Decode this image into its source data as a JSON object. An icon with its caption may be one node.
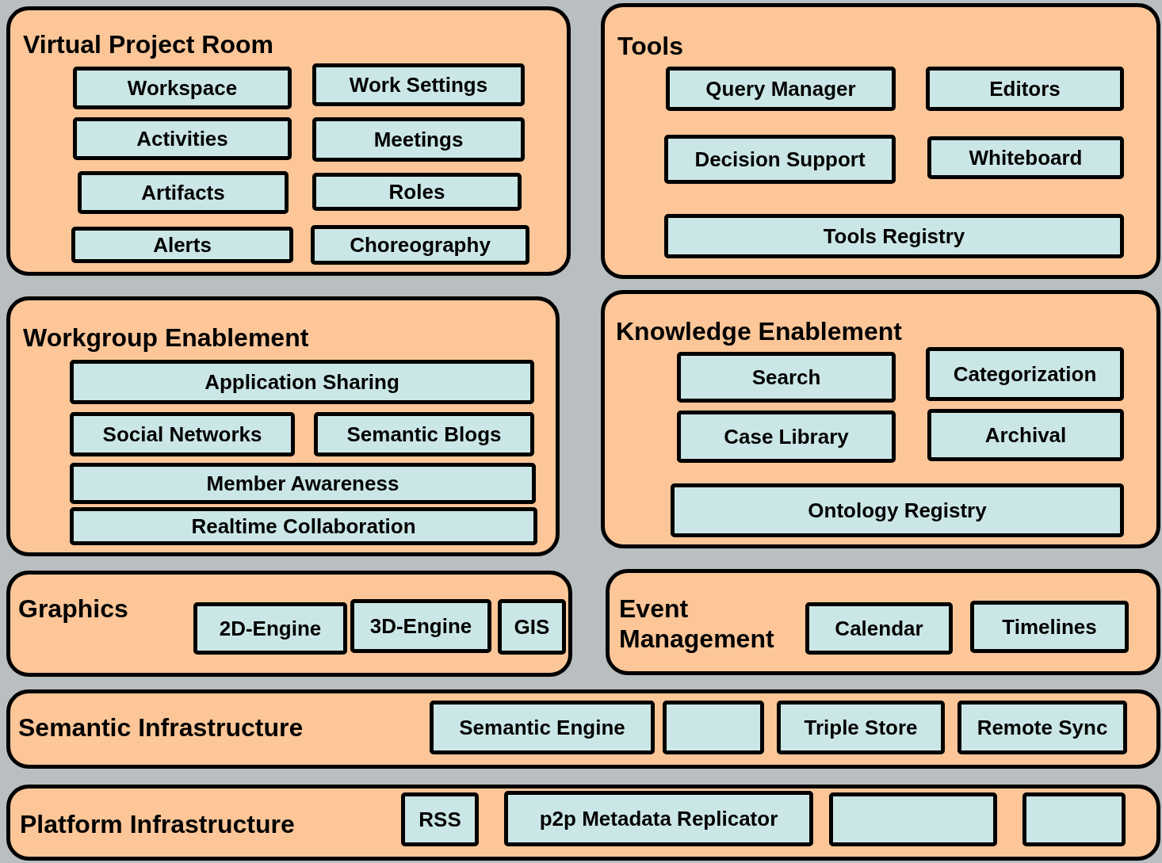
{
  "diagram": {
    "nodes": [
      {
        "text": [
          "Virtual Project Room"
        ]
      },
      {
        "text": [
          "Workspace"
        ],
        "in": 0
      },
      {
        "text": [
          "Work Settings"
        ],
        "in": 0
      },
      {
        "text": [
          "Activities"
        ],
        "in": 0
      },
      {
        "text": [
          "Meetings"
        ],
        "in": 0
      },
      {
        "text": [
          "Artifacts"
        ],
        "in": 0
      },
      {
        "text": [
          "Roles"
        ],
        "in": 0
      },
      {
        "text": [
          "Alerts"
        ],
        "in": 0
      },
      {
        "text": [
          "Choreography"
        ],
        "in": 0
      },
      {
        "text": [
          "Tools"
        ]
      },
      {
        "text": [
          "Query Manager"
        ],
        "in": 9
      },
      {
        "text": [
          "Editors"
        ],
        "in": 9
      },
      {
        "text": [
          "Decision Support"
        ],
        "in": 9
      },
      {
        "text": [
          "Whiteboard"
        ],
        "in": 9
      },
      {
        "text": [
          "Tools Registry"
        ],
        "in": 9
      },
      {
        "text": [
          "Workgroup Enablement"
        ]
      },
      {
        "text": [
          "Application Sharing"
        ],
        "in": 15
      },
      {
        "text": [
          "Social Networks"
        ],
        "in": 15
      },
      {
        "text": [
          "Semantic Blogs"
        ],
        "in": 15
      },
      {
        "text": [
          "Member Awareness"
        ],
        "in": 15
      },
      {
        "text": [
          "Realtime Collaboration"
        ],
        "in": 15
      },
      {
        "text": [
          "Knowledge Enablement"
        ]
      },
      {
        "text": [
          "Search"
        ],
        "in": 21
      },
      {
        "text": [
          "Categorization"
        ],
        "in": 21
      },
      {
        "text": [
          "Case Library"
        ],
        "in": 21
      },
      {
        "text": [
          "Archival"
        ],
        "in": 21
      },
      {
        "text": [
          "Ontology Registry"
        ],
        "in": 21
      },
      {
        "text": [
          "Graphics"
        ]
      },
      {
        "text": [
          "2D-Engine"
        ],
        "in": 27
      },
      {
        "text": [
          "3D-Engine"
        ],
        "in": 27
      },
      {
        "text": [
          "GIS"
        ],
        "in": 27
      },
      {
        "text": [
          "Event Management"
        ]
      },
      {
        "text": [
          "Calendar"
        ],
        "in": 31
      },
      {
        "text": [
          "Timelines"
        ],
        "in": 31
      },
      {
        "text": [
          "Semantic Infrastructure"
        ]
      },
      {
        "text": [
          "Semantic Engine"
        ],
        "in": 34
      },
      {
        "text": [],
        "shape": "box",
        "in": 34
      },
      {
        "text": [
          "Triple Store"
        ],
        "in": 34
      },
      {
        "text": [
          "Remote Sync"
        ],
        "in": 34
      },
      {
        "text": [
          "Platform Infrastructure"
        ]
      },
      {
        "text": [
          "RSS"
        ],
        "in": 39
      },
      {
        "text": [
          "p2p Metadata Replicator"
        ],
        "in": 39
      },
      {
        "text": [],
        "shape": "box",
        "in": 39
      },
      {
        "text": [],
        "shape": "box",
        "in": 39
      }
    ]
  }
}
